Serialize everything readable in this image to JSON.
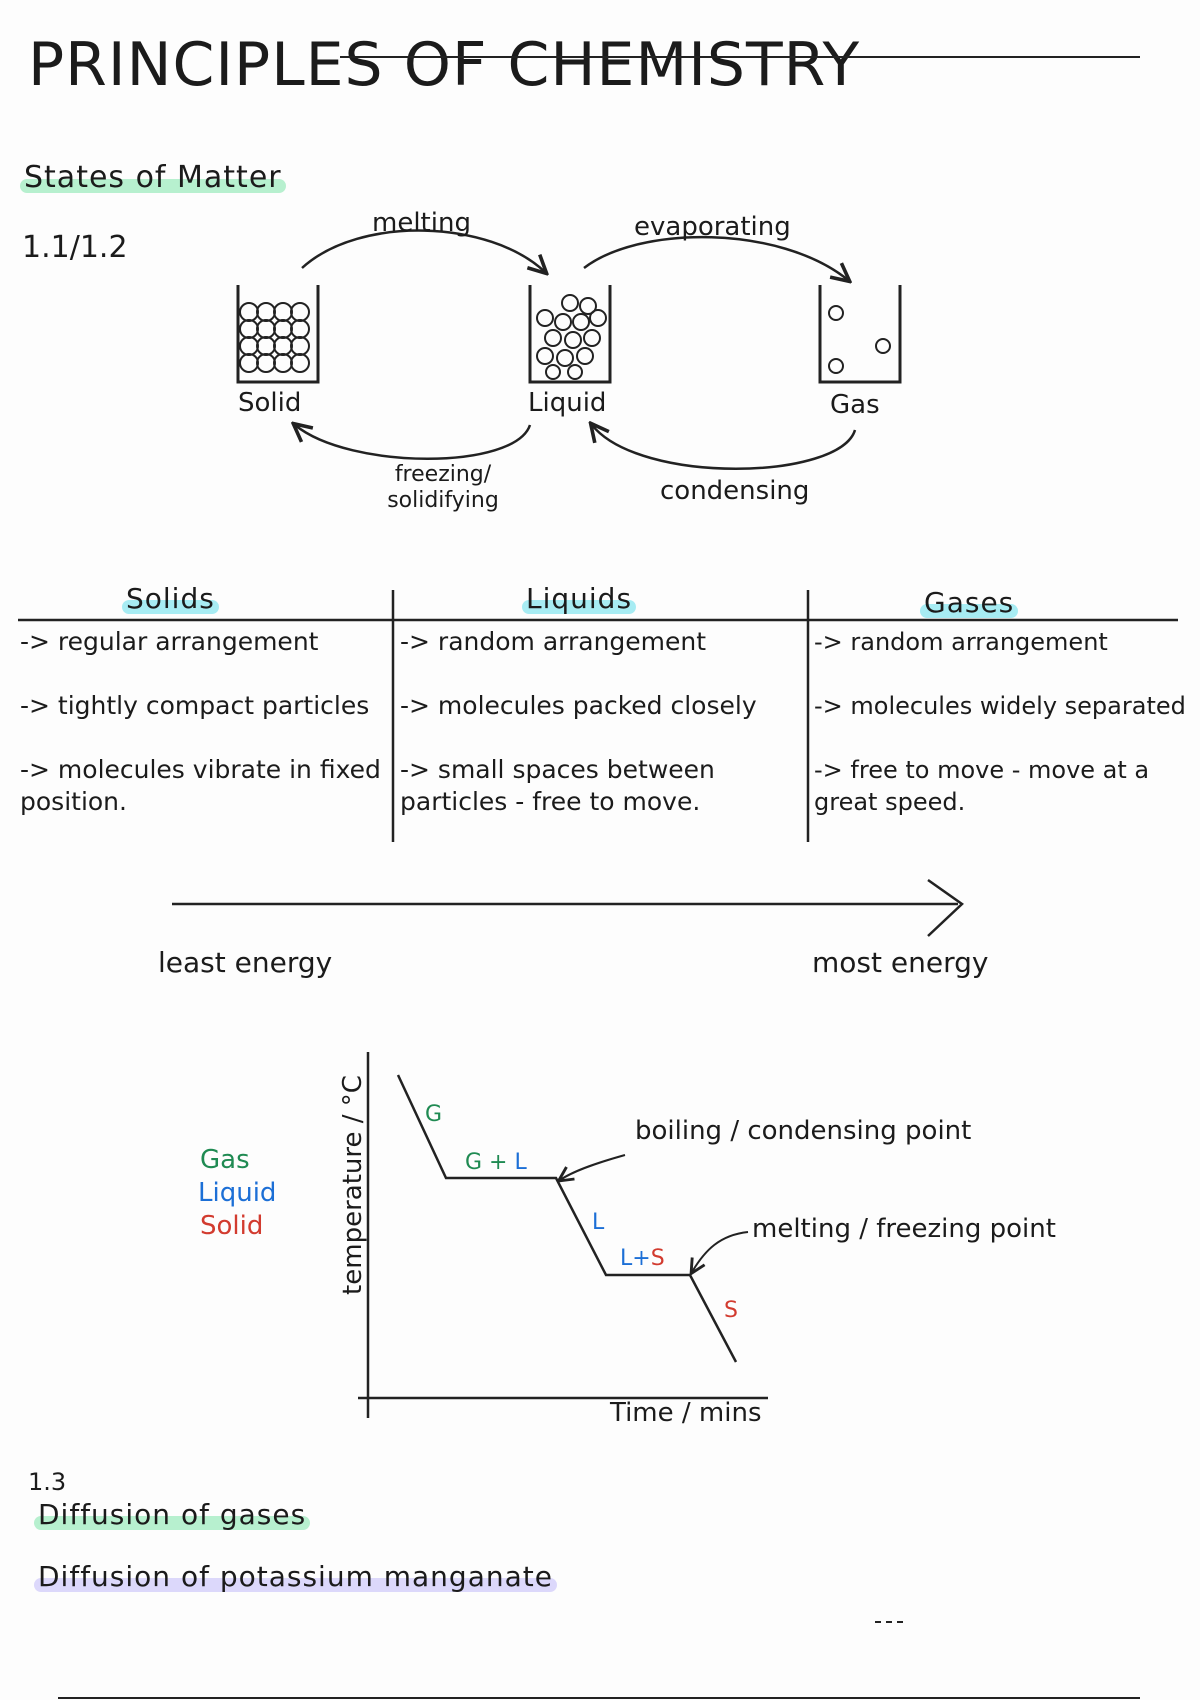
{
  "title": "PRINCIPLES OF CHEMISTRY",
  "section1": {
    "heading": "States of Matter",
    "ref": "1.1/1.2"
  },
  "states_diagram": {
    "containers": [
      "Solid",
      "Liquid",
      "Gas"
    ],
    "arrows": {
      "melting": "melting",
      "evaporating": "evaporating",
      "freezing": "freezing/ solidifying",
      "condensing": "condensing"
    }
  },
  "table": {
    "headers": [
      "Solids",
      "Liquids",
      "Gases"
    ],
    "columns": [
      [
        "-> regular arrangement",
        "-> tightly compact particles",
        "-> molecules vibrate in fixed position."
      ],
      [
        "-> random arrangement",
        "-> molecules packed closely",
        "-> small spaces between particles - free to move."
      ],
      [
        "-> random arrangement",
        "-> molecules widely separated",
        "-> free to move - move at a great speed."
      ]
    ]
  },
  "energy_scale": {
    "left": "least energy",
    "right": "most energy"
  },
  "graph": {
    "legend": [
      {
        "label": "Gas",
        "color": "#1f8a52"
      },
      {
        "label": "Liquid",
        "color": "#1c6fd6"
      },
      {
        "label": "Solid",
        "color": "#d23b2f"
      }
    ],
    "ylabel": "temperature / °C",
    "xlabel": "Time / mins",
    "segments": [
      {
        "label": "G",
        "color": "#1f8a52"
      },
      {
        "label": "G+L",
        "colors": [
          "#1f8a52",
          "#1c6fd6"
        ]
      },
      {
        "label": "L",
        "color": "#1c6fd6"
      },
      {
        "label": "L+S",
        "colors": [
          "#1c6fd6",
          "#d23b2f"
        ]
      },
      {
        "label": "S",
        "color": "#d23b2f"
      }
    ],
    "annotations": [
      "boiling / condensing point",
      "melting / freezing point"
    ]
  },
  "section2": {
    "ref": "1.3",
    "heading": "Diffusion of gases",
    "subheading": "Diffusion of potassium manganate"
  },
  "accent_colors": {
    "green_highlight": "#b7f0cf",
    "cyan_highlight": "#a7ecf3",
    "lavender_highlight": "#dcd8fb"
  }
}
